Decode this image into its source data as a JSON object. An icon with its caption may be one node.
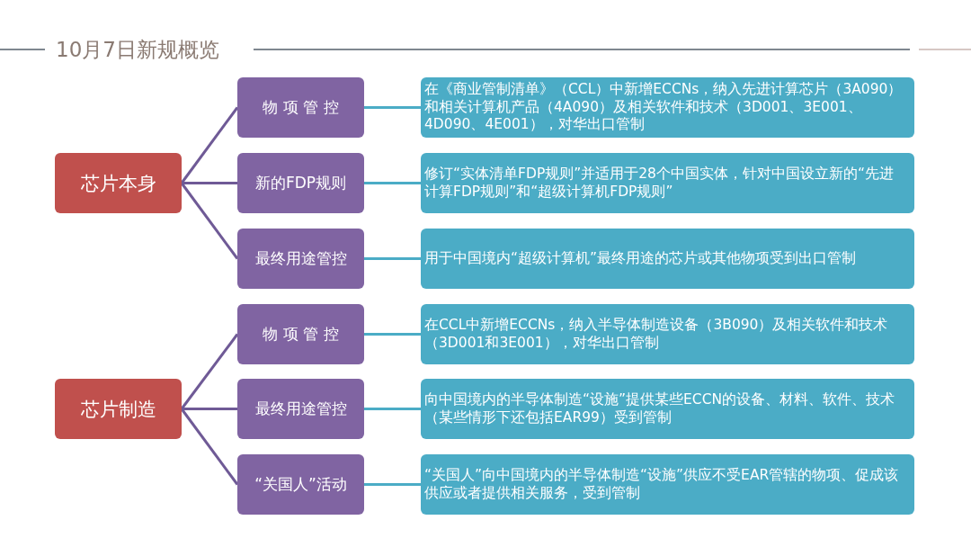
{
  "diagram": {
    "title": "10月7日新规概览",
    "nodes": [
      {
        "text": [
          "芯片本身"
        ]
      },
      {
        "text": [
          "物 项 管 控"
        ]
      },
      {
        "text": [
          "在《商业管制清单》（CCL）中新增ECCNs，纳入先进计算芯片（3A090）和相关计算机产品（4A090）及相关软件和技术（3D001、3E001、4D090、4E001），对华出口管制"
        ]
      },
      {
        "text": [
          "新的FDP规则"
        ]
      },
      {
        "text": [
          "修订“实体清单FDP规则”并适用于28个中国实体，针对中国设立新的“先进计算FDP规则”和“超级计算机FDP规则”"
        ]
      },
      {
        "text": [
          "最终用途管控"
        ]
      },
      {
        "text": [
          "用于中国境内“超级计算机”最终用途的芯片或其他物项受到出口管制"
        ]
      },
      {
        "text": [
          "芯片制造"
        ]
      },
      {
        "text": [
          "物 项 管 控"
        ]
      },
      {
        "text": [
          "在CCL中新增ECCNs，纳入半导体制造设备（3B090）及相关软件和技术（3D001和3E001），对华出口管制"
        ]
      },
      {
        "text": [
          "最终用途管控"
        ]
      },
      {
        "text": [
          "向中国境内的半导体制造“设施”提供某些ECCN的设备、材料、软件、技术（某些情形下还包括EAR99）受到管制"
        ]
      },
      {
        "text": [
          "“关国人”活动"
        ]
      },
      {
        "text": [
          "“关国人”向中国境内的半导体制造“设施”供应不受EAR管辖的物项、促成该供应或者提供相关服务，受到管制"
        ]
      }
    ],
    "edges": [
      {
        "from": 0,
        "to": 1,
        "arrow": "none"
      },
      {
        "from": 0,
        "to": 3,
        "arrow": "none"
      },
      {
        "from": 0,
        "to": 5,
        "arrow": "none"
      },
      {
        "from": 1,
        "to": 2,
        "arrow": "none",
        "color": "#4bacc6"
      },
      {
        "from": 3,
        "to": 4,
        "arrow": "none",
        "color": "#4bacc6"
      },
      {
        "from": 5,
        "to": 6,
        "arrow": "none",
        "color": "#4bacc6"
      },
      {
        "from": 7,
        "to": 8,
        "arrow": "none"
      },
      {
        "from": 7,
        "to": 10,
        "arrow": "none"
      },
      {
        "from": 7,
        "to": 12,
        "arrow": "none"
      },
      {
        "from": 8,
        "to": 9,
        "arrow": "none",
        "color": "#4bacc6"
      },
      {
        "from": 10,
        "to": 11,
        "arrow": "none",
        "color": "#4bacc6"
      },
      {
        "from": 12,
        "to": 13,
        "arrow": "none",
        "color": "#4bacc6"
      }
    ]
  }
}
